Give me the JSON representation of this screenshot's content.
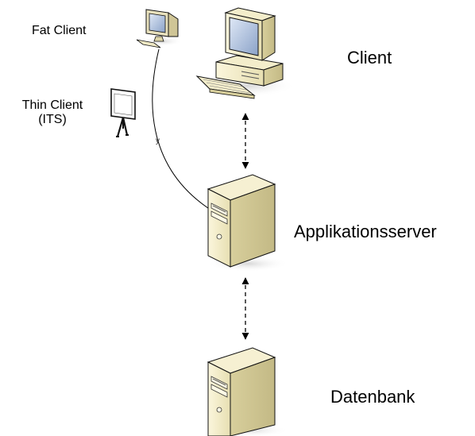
{
  "labels": {
    "fat_client": "Fat Client",
    "thin_client_line1": "Thin Client",
    "thin_client_line2": "(ITS)",
    "client": "Client",
    "application_server": "Applikationsserver",
    "database": "Datenbank",
    "connector_mark": "y"
  },
  "icons": {
    "fat_client": "small-monitor-with-keyboard-icon",
    "thin_client": "terminal-stand-icon",
    "client": "desktop-computer-icon",
    "application_server": "server-tower-icon",
    "database": "server-tower-icon"
  },
  "connections": [
    {
      "from": "client",
      "to": "application_server",
      "style": "dashed",
      "arrows": "both"
    },
    {
      "from": "application_server",
      "to": "database",
      "style": "dashed",
      "arrows": "both"
    },
    {
      "from": "fat_client",
      "to": "application_server",
      "style": "solid",
      "arrows": "none"
    }
  ],
  "colors": {
    "device_body": "#f2ecc8",
    "device_shadow": "#d9d2a6",
    "outline": "#111111",
    "screen": "#9fb3d4"
  }
}
